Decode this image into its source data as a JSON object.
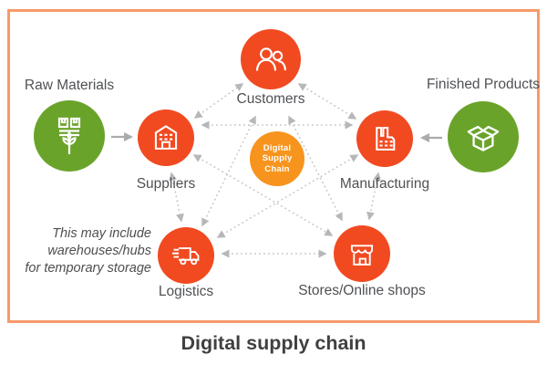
{
  "caption": "Digital supply chain",
  "hub": {
    "lines": [
      "Digital",
      "Supply",
      "Chain"
    ]
  },
  "nodes": {
    "customers": {
      "label": "Customers"
    },
    "suppliers": {
      "label": "Suppliers"
    },
    "manufacturing": {
      "label": "Manufacturing"
    },
    "logistics": {
      "label": "Logistics"
    },
    "stores": {
      "label": "Stores/Online shops"
    },
    "raw_materials": {
      "label": "Raw Materials"
    },
    "finished_products": {
      "label": "Finished Products"
    }
  },
  "note": {
    "lines": [
      "This may include",
      "warehouses/hubs",
      "for temporary storage"
    ]
  },
  "colors": {
    "node_orange": "#F14A21",
    "hub_orange": "#F7941D",
    "green": "#6AA32A",
    "frame_border": "#F8996A",
    "arrow_gray": "#B5B7B9",
    "label_gray": "#4F5154",
    "caption_gray": "#3F4041"
  }
}
